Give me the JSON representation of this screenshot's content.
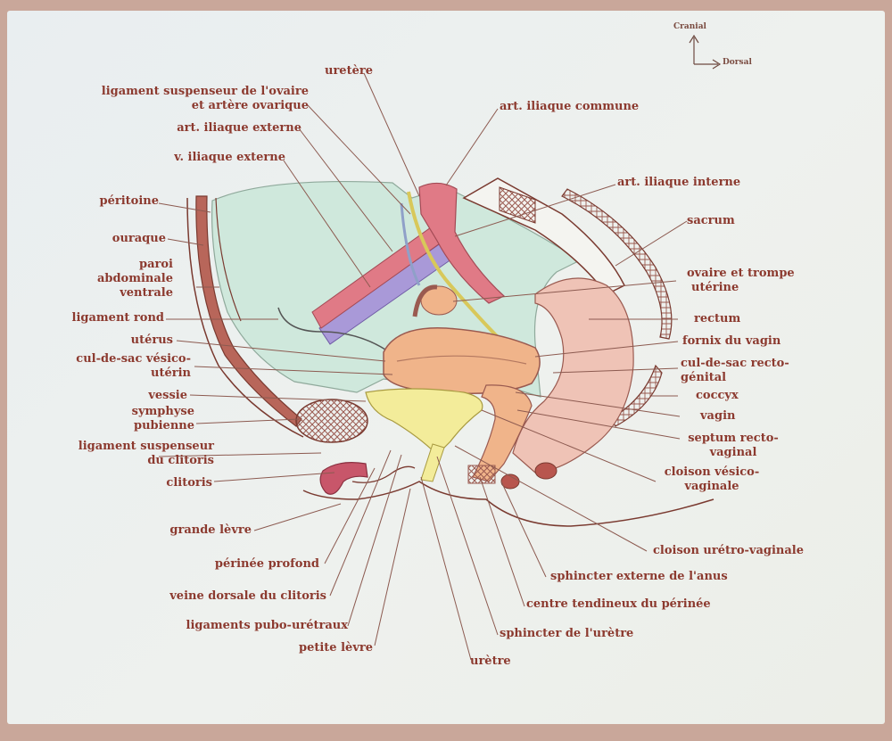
{
  "orientation": {
    "cranial": "Cranial",
    "dorsal": "Dorsal"
  },
  "labels": {
    "uretere": "uretère",
    "lig_susp_ovaire_1": "ligament suspenseur de l'ovaire",
    "lig_susp_ovaire_2": "et artère ovarique",
    "art_iliaque_externe": "art. iliaque externe",
    "v_iliaque_externe": "v. iliaque externe",
    "art_iliaque_commune": "art. iliaque commune",
    "art_iliaque_interne": "art. iliaque interne",
    "peritoine": "péritoine",
    "ouraque": "ouraque",
    "paroi_1": "paroi",
    "paroi_2": "abdominale",
    "paroi_3": "ventrale",
    "ligament_rond": "ligament rond",
    "uterus": "utérus",
    "cds_vesico_1": "cul-de-sac vésico-",
    "cds_vesico_2": "utérin",
    "vessie": "vessie",
    "symphyse_1": "symphyse",
    "symphyse_2": "pubienne",
    "lig_susp_clit_1": "ligament suspenseur",
    "lig_susp_clit_2": "du clitoris",
    "clitoris": "clitoris",
    "grande_levre": "grande lèvre",
    "perinee_profond": "périnée profond",
    "veine_dorsale": "veine dorsale du clitoris",
    "lig_pubo": "ligaments pubo-urétraux",
    "petite_levre": "petite lèvre",
    "uretre": "urètre",
    "sphincter_uretre": "sphincter de l'urètre",
    "centre_tendineux": "centre tendineux du périnée",
    "sphincter_anus": "sphincter externe de l'anus",
    "cloison_uretro": "cloison urétro-vaginale",
    "cloison_vesico_1": "cloison vésico-",
    "cloison_vesico_2": "vaginale",
    "septum_1": "septum recto-",
    "septum_2": "vaginal",
    "vagin": "vagin",
    "coccyx": "coccyx",
    "cds_recto_1": "cul-de-sac recto-",
    "cds_recto_2": "génital",
    "fornix": "fornix du vagin",
    "rectum": "rectum",
    "ovaire_1": "ovaire et trompe",
    "ovaire_2": "utérine",
    "sacrum": "sacrum"
  },
  "colors": {
    "label_text": "#8c3a2f",
    "leader_line": "#8c5a50",
    "peritoneal_cavity": "#cfe8dc",
    "uterus": "#f0b48a",
    "bladder": "#f3ec9a",
    "artery": "#e07a86",
    "vein": "#a999d8",
    "rectum": "#efc3b6",
    "muscle_wall": "#b8665a"
  }
}
